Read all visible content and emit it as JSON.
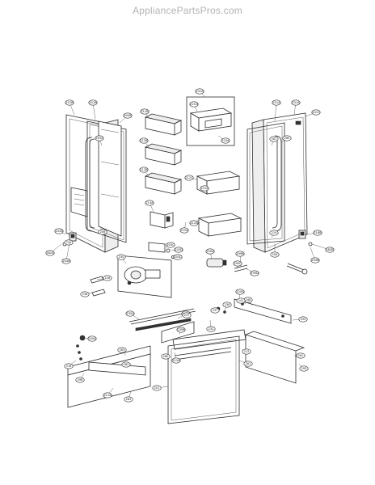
{
  "watermark": "AppliancePartsPros.com",
  "callouts": [
    {
      "id": "c01",
      "label": "231B"
    },
    {
      "id": "c02",
      "label": "201B"
    },
    {
      "id": "c03",
      "label": "205B"
    },
    {
      "id": "c04",
      "label": "212B"
    },
    {
      "id": "c05",
      "label": "241A"
    },
    {
      "id": "c06",
      "label": "221D"
    },
    {
      "id": "c07",
      "label": "201A"
    },
    {
      "id": "c08",
      "label": "231A"
    },
    {
      "id": "c09",
      "label": "241C"
    },
    {
      "id": "c10",
      "label": "205A"
    },
    {
      "id": "c11",
      "label": "280"
    },
    {
      "id": "c12",
      "label": "281"
    },
    {
      "id": "c13",
      "label": "212B"
    },
    {
      "id": "c14",
      "label": "223A"
    },
    {
      "id": "c15",
      "label": "212B"
    },
    {
      "id": "c16",
      "label": "212C"
    },
    {
      "id": "c17",
      "label": "212A"
    },
    {
      "id": "c18",
      "label": "212A"
    },
    {
      "id": "c19",
      "label": "213A"
    },
    {
      "id": "c20",
      "label": "241B"
    },
    {
      "id": "c21",
      "label": "206"
    },
    {
      "id": "c22",
      "label": "219"
    },
    {
      "id": "c23",
      "label": "282A"
    },
    {
      "id": "c24",
      "label": "204A"
    },
    {
      "id": "c25",
      "label": "219"
    },
    {
      "id": "c26",
      "label": "282B"
    },
    {
      "id": "c27",
      "label": "204B"
    },
    {
      "id": "c28",
      "label": "218B"
    },
    {
      "id": "c29",
      "label": "206"
    },
    {
      "id": "c30",
      "label": "215A"
    },
    {
      "id": "c31",
      "label": "203C"
    },
    {
      "id": "c32",
      "label": "203D"
    },
    {
      "id": "c33",
      "label": "203C"
    },
    {
      "id": "c34",
      "label": "230"
    },
    {
      "id": "c35",
      "label": "200A"
    },
    {
      "id": "c36",
      "label": "299B"
    },
    {
      "id": "c37",
      "label": "299C"
    },
    {
      "id": "c38",
      "label": "299D"
    },
    {
      "id": "c39",
      "label": "235A"
    },
    {
      "id": "c40",
      "label": "218"
    },
    {
      "id": "c41",
      "label": "236"
    },
    {
      "id": "c42",
      "label": "243A"
    },
    {
      "id": "c43",
      "label": "237"
    },
    {
      "id": "c44",
      "label": "229A"
    },
    {
      "id": "c45",
      "label": "232"
    },
    {
      "id": "c46",
      "label": "238"
    },
    {
      "id": "c47",
      "label": "239B"
    },
    {
      "id": "c48",
      "label": "209A"
    },
    {
      "id": "c49",
      "label": "218"
    },
    {
      "id": "c50",
      "label": "213A"
    },
    {
      "id": "c51",
      "label": "280"
    },
    {
      "id": "c52",
      "label": "212"
    },
    {
      "id": "c53",
      "label": "281"
    },
    {
      "id": "c54",
      "label": "263"
    },
    {
      "id": "c55",
      "label": "211A"
    },
    {
      "id": "c56",
      "label": "248"
    },
    {
      "id": "c57",
      "label": "201"
    },
    {
      "id": "c58",
      "label": "262"
    },
    {
      "id": "c59",
      "label": "261"
    },
    {
      "id": "c60",
      "label": "282"
    },
    {
      "id": "c61",
      "label": "293"
    },
    {
      "id": "c62",
      "label": "295"
    },
    {
      "id": "c63",
      "label": "241"
    },
    {
      "id": "c64",
      "label": "297"
    },
    {
      "id": "c65",
      "label": "298"
    }
  ]
}
